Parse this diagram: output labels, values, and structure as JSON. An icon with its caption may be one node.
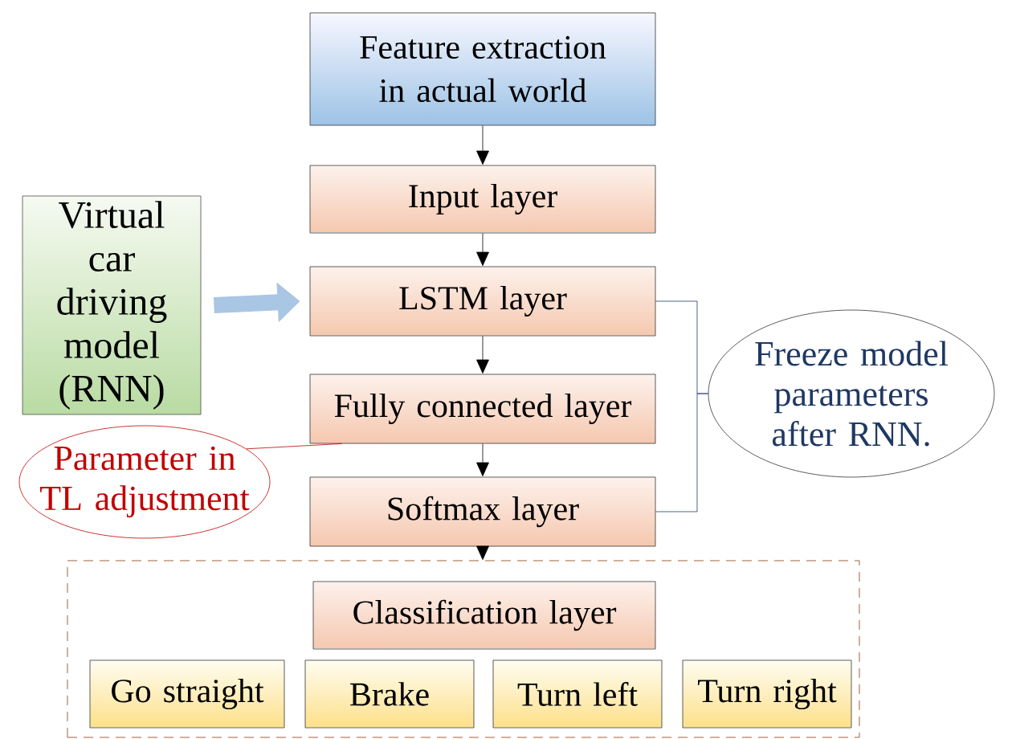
{
  "diagram": {
    "nodes": [
      {
        "text": [
          "Feature extraction in actual world"
        ]
      },
      {
        "text": [
          "Input layer"
        ]
      },
      {
        "text": [
          "LSTM layer"
        ]
      },
      {
        "text": [
          "Fully connected layer"
        ]
      },
      {
        "text": [
          "Softmax layer"
        ]
      },
      {
        "text": [
          "Virtual car driving model (RNN)"
        ]
      },
      {
        "text": [
          "Freeze model parameters after RNN."
        ]
      },
      {
        "text": [
          "Parameter in TL adjustment"
        ]
      },
      {
        "text": [],
        "shape": "box"
      },
      {
        "text": [
          "Classification layer"
        ],
        "in": 8
      },
      {
        "text": [
          "Go straight"
        ],
        "in": 8
      },
      {
        "text": [
          "Brake"
        ],
        "in": 8
      },
      {
        "text": [
          "Turn left"
        ],
        "in": 8
      },
      {
        "text": [
          "Turn right"
        ],
        "in": 8
      }
    ],
    "edges": [
      {
        "from": 0,
        "to": 1,
        "arrow": "to"
      },
      {
        "from": 1,
        "to": 2,
        "arrow": "to"
      },
      {
        "from": 2,
        "to": 3,
        "arrow": "to"
      },
      {
        "from": 3,
        "to": 4,
        "arrow": "to"
      },
      {
        "from": 4,
        "to": 8,
        "arrow": "to"
      },
      {
        "from": 5,
        "to": 2,
        "arrow": "to",
        "style": "thick",
        "color": "#a9c6e4"
      },
      {
        "from": 2,
        "to": 6,
        "arrow": "none",
        "color": "#1f3b73"
      },
      {
        "from": 4,
        "to": 6,
        "arrow": "none",
        "color": "#1f3b73"
      },
      {
        "from": 7,
        "to": 3,
        "arrow": "none",
        "color": "#c00000"
      }
    ]
  }
}
